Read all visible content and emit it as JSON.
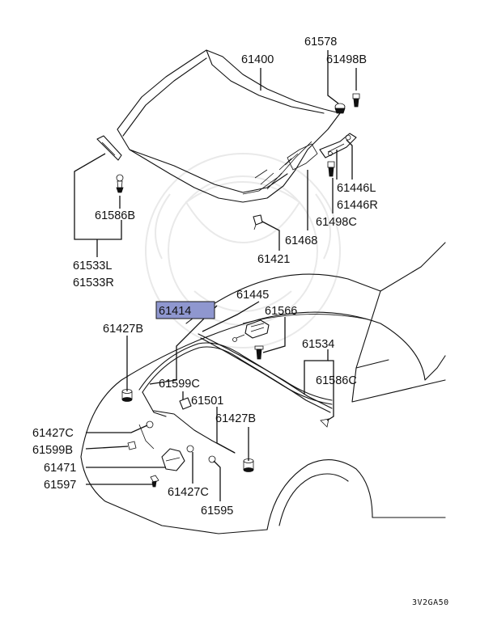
{
  "diagram": {
    "code": "3V2GA50",
    "highlight_color": "#8f97cf",
    "highlighted_part": "61414",
    "part_labels": {
      "p61400": "61400",
      "p61578": "61578",
      "p61498B": "61498B",
      "p61446L": "61446L",
      "p61446R": "61446R",
      "p61498C": "61498C",
      "p61468": "61468",
      "p61586B": "61586B",
      "p61533L": "61533L",
      "p61533R": "61533R",
      "p61421": "61421",
      "p61445": "61445",
      "p61414": "61414",
      "p61566": "61566",
      "p61427B_top": "61427B",
      "p61534": "61534",
      "p61599C": "61599C",
      "p61501": "61501",
      "p61427B_mid": "61427B",
      "p61586C": "61586C",
      "p61427C_left": "61427C",
      "p61599B": "61599B",
      "p61471": "61471",
      "p61597": "61597",
      "p61427C_bottom": "61427C",
      "p61595": "61595"
    }
  }
}
